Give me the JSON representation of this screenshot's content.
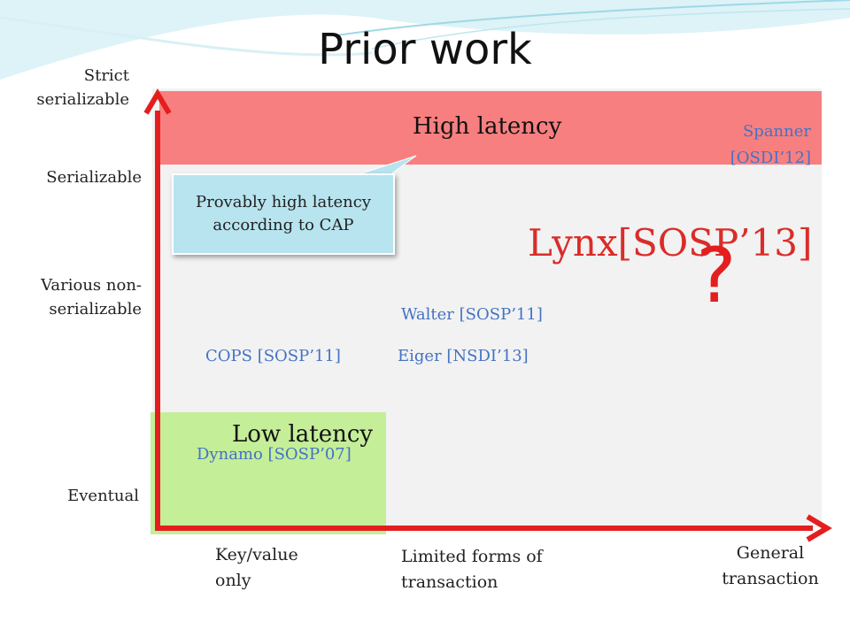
{
  "slide": {
    "title": "Prior work",
    "y_axis_labels": {
      "strict": "Strict serializable",
      "serializable": "Serializable",
      "various": "Various non-serializable",
      "eventual": "Eventual"
    },
    "x_axis_labels": {
      "kv": "Key/value only",
      "limited": "Limited forms of transaction",
      "general": "General transaction"
    },
    "high_latency_label": "High latency",
    "low_latency_label": "Low latency",
    "callout_text": "Provably high latency according to CAP",
    "systems": {
      "spanner": "Spanner [OSDI’12]",
      "walter": "Walter [SOSP’11]",
      "cops": "COPS [SOSP’11]",
      "eiger": "Eiger [NSDI’13]",
      "dynamo": "Dynamo [SOSP’07]"
    },
    "lynx": "Lynx[SOSP’13]",
    "question_mark": "?",
    "colors": {
      "high_band": "#f87f7f",
      "low_band": "#c4ee98",
      "axis": "#e41e1e",
      "system_text": "#4472c4",
      "callout": "#b7e4ef"
    }
  }
}
